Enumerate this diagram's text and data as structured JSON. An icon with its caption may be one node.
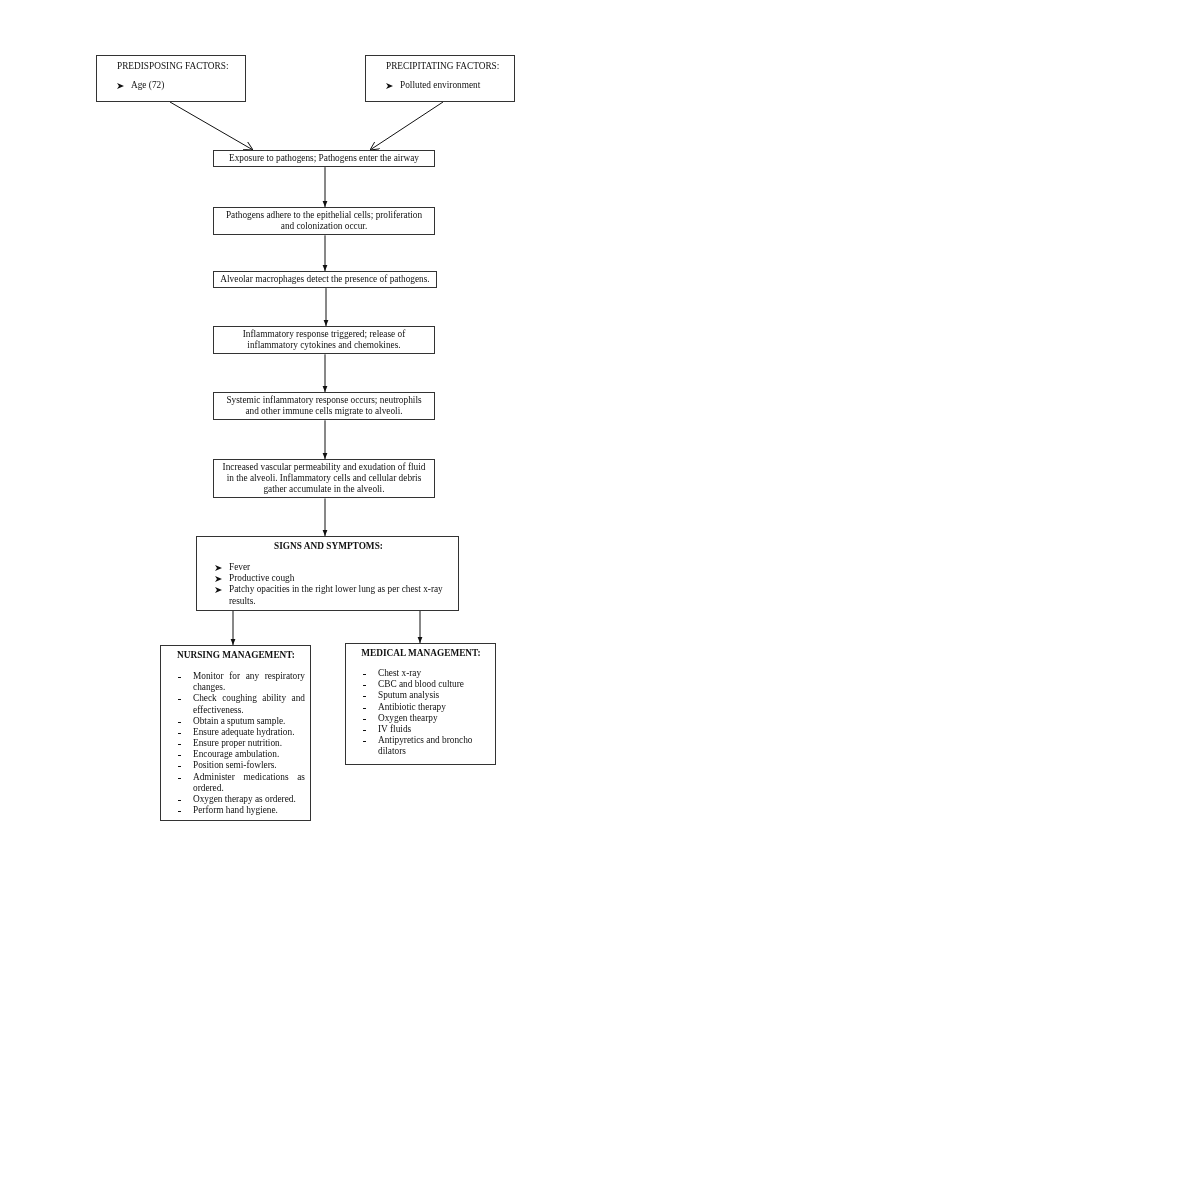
{
  "diagram": {
    "nodes": [
      {
        "text": [
          "PREDISPOSING FACTORS:",
          "Age (72)"
        ]
      },
      {
        "text": [
          "PRECIPITATING FACTORS:",
          "Polluted environment"
        ]
      },
      {
        "text": [
          "Exposure to pathogens; Pathogens enter the airway"
        ]
      },
      {
        "text": [
          "Pathogens adhere to the epithelial cells; proliferation and colonization occur."
        ]
      },
      {
        "text": [
          "Alveolar macrophages detect the presence of pathogens."
        ]
      },
      {
        "text": [
          "Inflammatory response triggered; release of inflammatory cytokines and chemokines."
        ]
      },
      {
        "text": [
          "Systemic inflammatory response occurs; neutrophils and other immune cells migrate to alveoli."
        ]
      },
      {
        "text": [
          "Increased vascular permeability and exudation of fluid in the alveoli. Inflammatory cells and cellular debris gather accumulate in the alveoli."
        ]
      },
      {
        "text": [
          "SIGNS AND SYMPTOMS:",
          "Fever",
          "Productive cough",
          "Patchy opacities in the right lower lung as per chest x-ray results."
        ]
      },
      {
        "text": [
          "NURSING MANAGEMENT:",
          "Monitor for any respiratory changes.",
          "Check coughing ability and effectiveness.",
          "Obtain a sputum sample.",
          "Ensure adequate hydration.",
          "Ensure proper nutrition.",
          "Encourage ambulation.",
          "Position semi-fowlers.",
          "Administer medications as ordered.",
          "Oxygen therapy as ordered.",
          "Perform hand hygiene."
        ]
      },
      {
        "text": [
          "MEDICAL MANAGEMENT:",
          "Chest x-ray",
          "CBC and blood culture",
          "Sputum analysis",
          "Antibiotic therapy",
          "Oxygen thearpy",
          "IV fluids",
          "Antipyretics and broncho dilators"
        ]
      }
    ],
    "edges": [
      {
        "from": 0,
        "to": 2,
        "arrow": "to"
      },
      {
        "from": 1,
        "to": 2,
        "arrow": "to"
      },
      {
        "from": 2,
        "to": 3,
        "arrow": "to"
      },
      {
        "from": 3,
        "to": 4,
        "arrow": "to"
      },
      {
        "from": 4,
        "to": 5,
        "arrow": "to"
      },
      {
        "from": 5,
        "to": 6,
        "arrow": "to"
      },
      {
        "from": 6,
        "to": 7,
        "arrow": "to"
      },
      {
        "from": 7,
        "to": 8,
        "arrow": "to"
      },
      {
        "from": 8,
        "to": 9,
        "arrow": "to"
      },
      {
        "from": 8,
        "to": 10,
        "arrow": "to"
      }
    ]
  }
}
